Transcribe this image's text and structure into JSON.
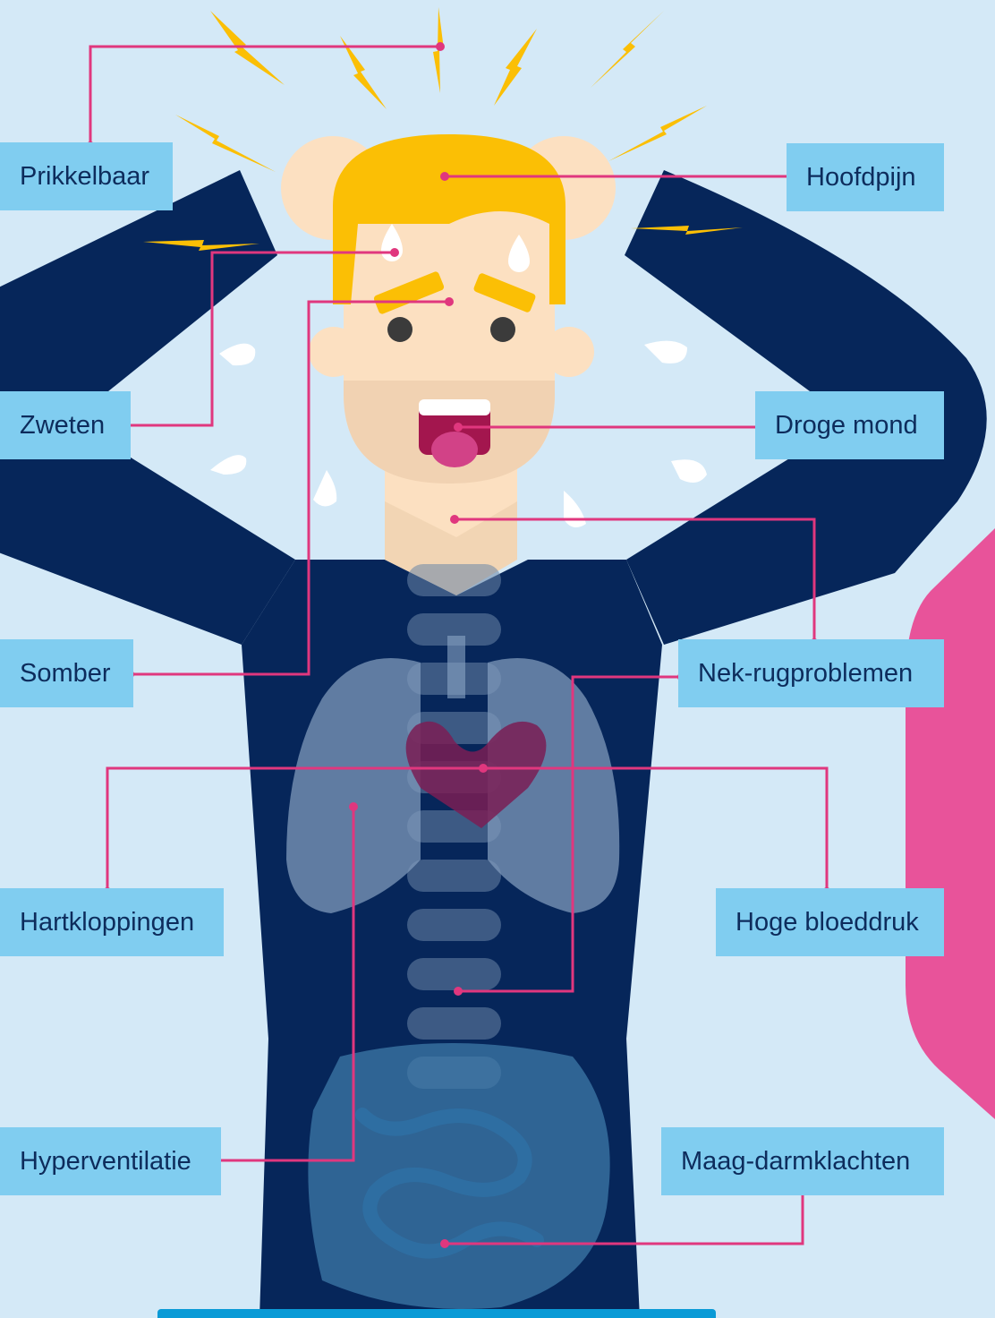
{
  "labels": {
    "prikkelbaar": "Prikkelbaar",
    "hoofdpijn": "Hoofdpijn",
    "zweten": "Zweten",
    "droge_mond": "Droge mond",
    "somber": "Somber",
    "nek_rug": "Nek-rugproblemen",
    "hartkloppingen": "Hartkloppingen",
    "hoge_bloeddruk": "Hoge bloeddruk",
    "hyperventilatie": "Hyperventilatie",
    "maag_darm": "Maag-darmklachten"
  },
  "colors": {
    "background": "#d4e9f7",
    "label_box": "#80cdf0",
    "label_text": "#0d2c5c",
    "leader_line": "#e0377e",
    "suit": "#06265a",
    "skin": "#fce0c1",
    "hair": "#fbbf05",
    "lightning": "#fbbf05",
    "heart": "#7a1f55",
    "accent_shape": "#e8539a"
  }
}
